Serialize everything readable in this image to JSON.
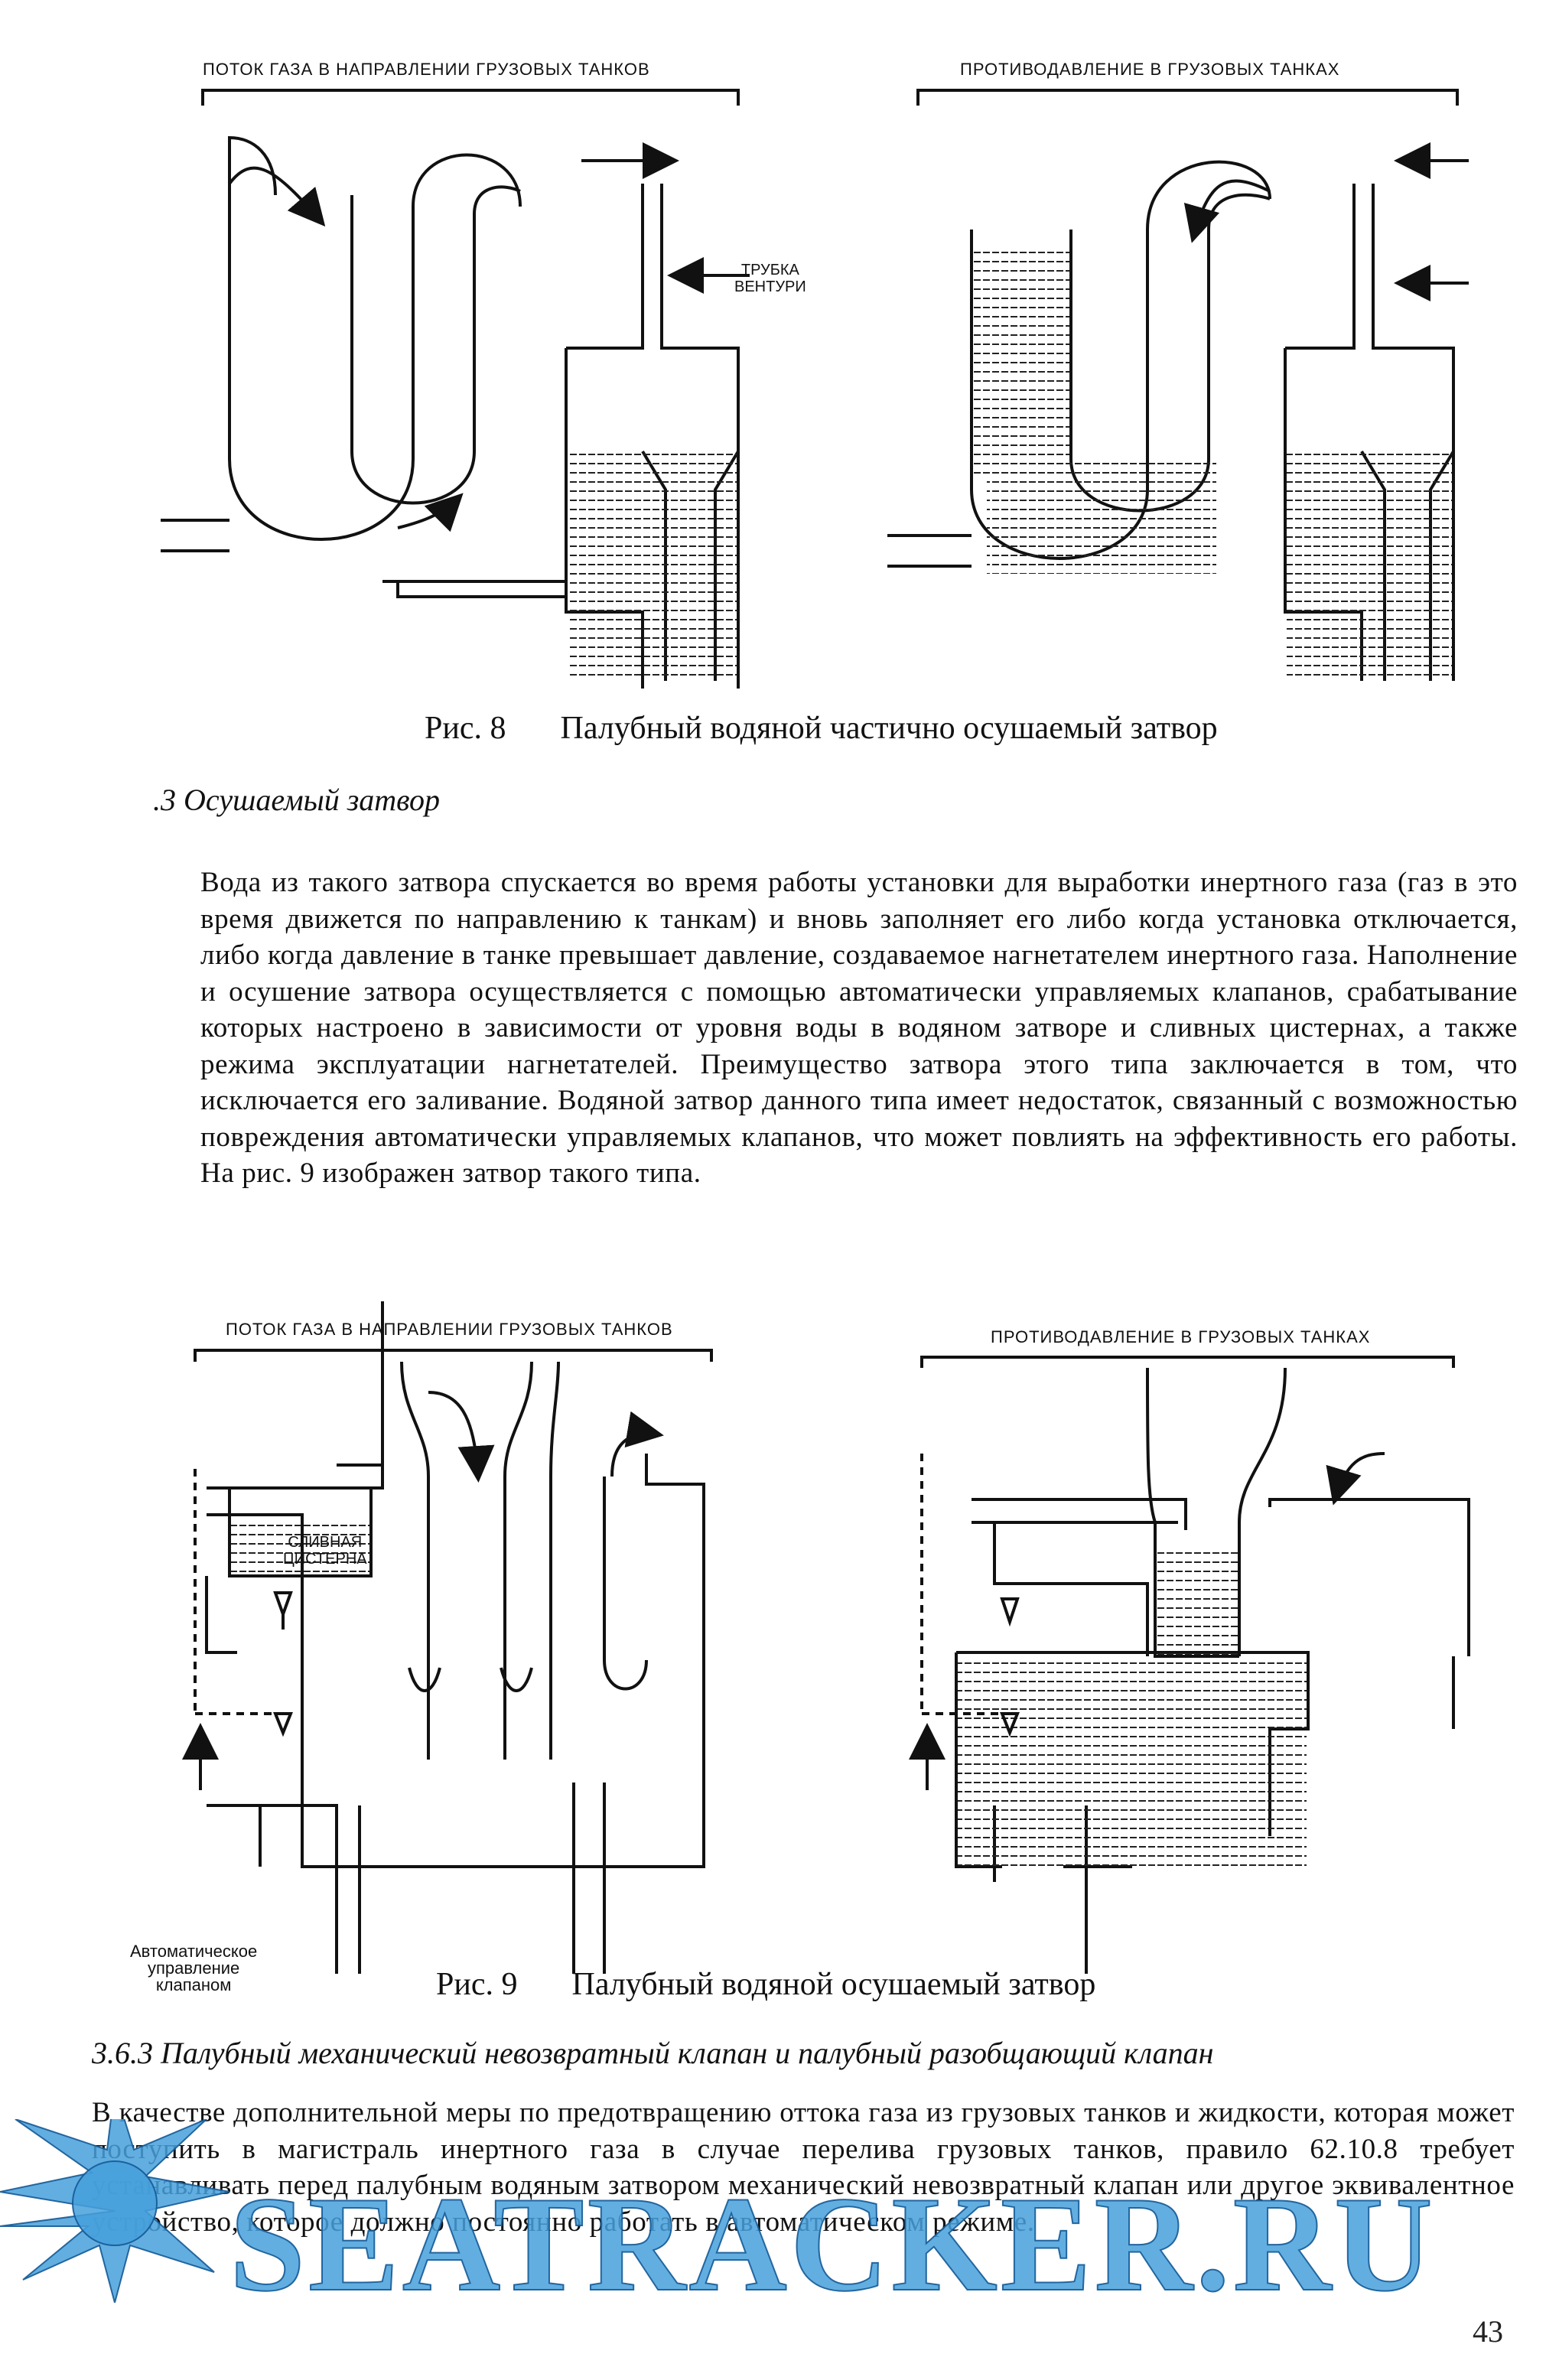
{
  "fig8": {
    "left_label": "ПОТОК ГАЗА В НАПРАВЛЕНИИ ГРУЗОВЫХ ТАНКОВ",
    "right_label": "ПРОТИВОДАВЛЕНИЕ В ГРУЗОВЫХ ТАНКАХ",
    "venturi_label_1": "ТРУБКА",
    "venturi_label_2": "ВЕНТУРИ",
    "caption_num": "Рис. 8",
    "caption_text": "Палубный водяной частично осушаемый затвор"
  },
  "section3": {
    "heading": ".3  Осушаемый затвор",
    "text": "Вода из такого затвора спускается во время работы установки для выработки инертного газа (газ в это время движется по направлению к танкам) и вновь заполняет его либо когда установка отключается, либо когда давление в танке превышает давление, создаваемое нагнетателем инертного газа. Наполнение и осушение затвора осуществляется с помощью автоматически управляемых клапанов, срабатывание которых настроено в зависимости от уровня воды в водяном затворе и сливных цистернах, а также режима эксплуатации нагнетателей. Преимущество затвора этого типа заключается в том, что исключается его заливание. Водяной затвор данного типа имеет недостаток, связанный с возможностью повреждения автоматически управляемых клапанов, что может повлиять на эффективность его работы. На рис. 9 изображен затвор такого типа."
  },
  "fig9": {
    "left_label": "ПОТОК ГАЗА В НАПРАВЛЕНИИ ГРУЗОВЫХ ТАНКОВ",
    "right_label": "ПРОТИВОДАВЛЕНИЕ В ГРУЗОВЫХ ТАНКАХ",
    "tank_label_1": "СЛИВНАЯ",
    "tank_label_2": "ЦИСТЕРНА",
    "auto_label_1": "Автоматическое",
    "auto_label_2": "управление",
    "auto_label_3": "клапаном",
    "caption_num": "Рис. 9",
    "caption_text": "Палубный водяной осушаемый затвор"
  },
  "section363": {
    "heading": "3.6.3  Палубный механический невозвратный клапан и палубный разобщающий клапан",
    "text": "В качестве дополнительной меры по предотвращению оттока газа из грузовых танков и жидкости, которая может поступить в магистраль инертного газа в случае перелива грузовых танков, правило 62.10.8 требует устанавливать перед палубным водяным затвором механический невозвратный клапан или другое эквивалентное устройство, которое должно постоянно работать в автоматическом режиме."
  },
  "page_number": "43",
  "watermark": {
    "text": "SEATRACKER.RU",
    "color": "#46a0dc"
  }
}
